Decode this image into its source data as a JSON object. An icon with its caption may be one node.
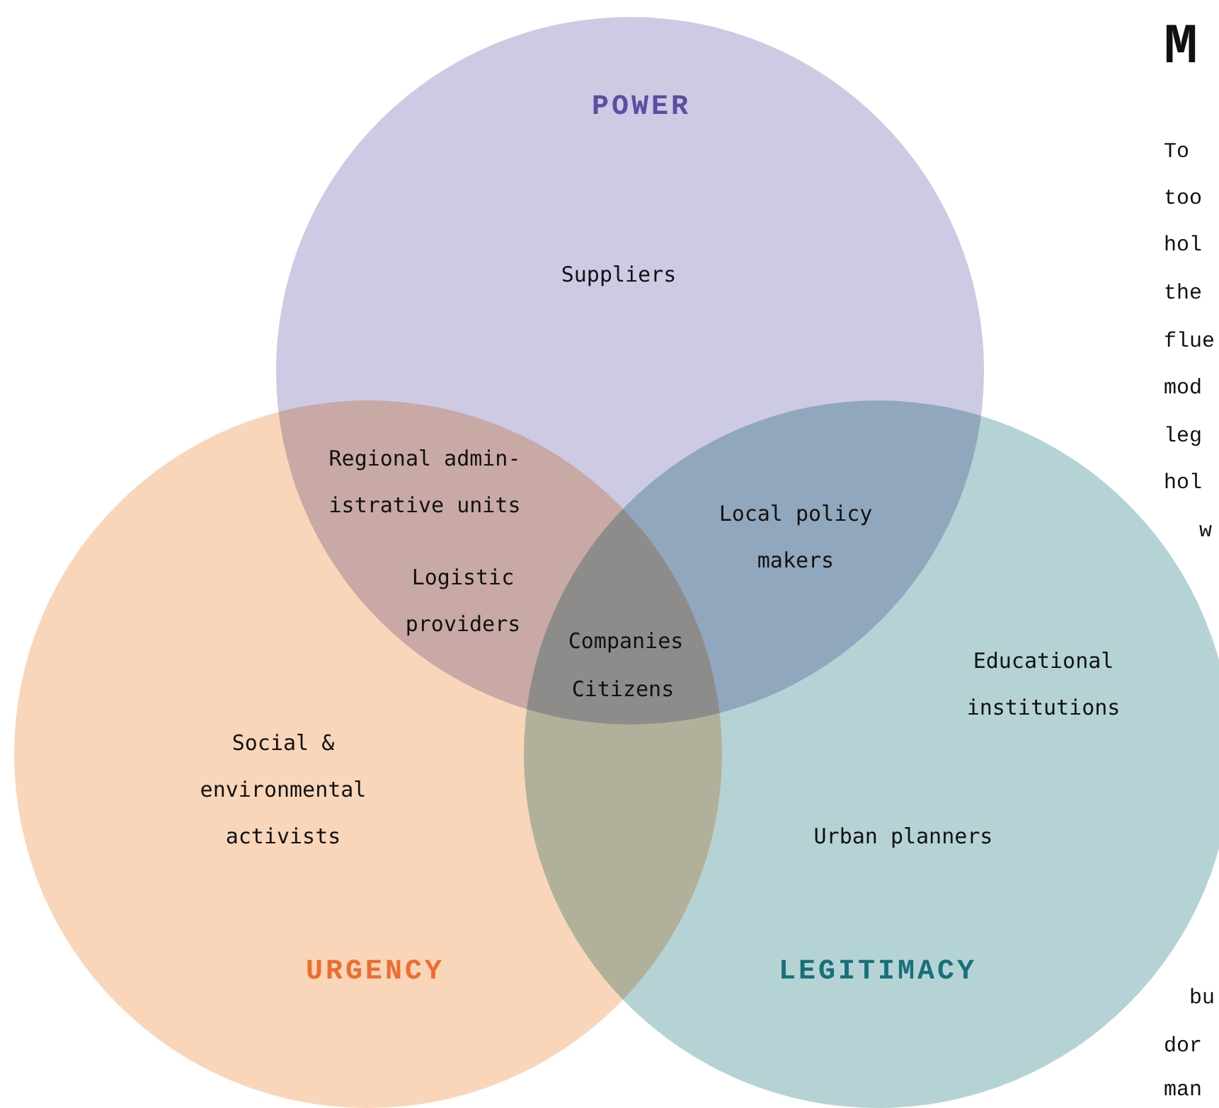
{
  "diagram": {
    "nodes": [
      {
        "text": [
          "POWER"
        ]
      },
      {
        "text": [
          "URGENCY"
        ]
      },
      {
        "text": [
          "LEGITIMACY"
        ]
      }
    ],
    "labels": [
      "Suppliers",
      "Regional admin- istrative units",
      "Local policy makers",
      "Logistic providers",
      "Companies",
      "Citizens",
      "Educational institutions",
      "Social & environmental activists",
      "Urban planners",
      "M",
      "To",
      "too",
      "hol",
      "the",
      "flue",
      "mod",
      "leg",
      "hol",
      "w",
      "bu",
      "dor",
      "man"
    ]
  }
}
